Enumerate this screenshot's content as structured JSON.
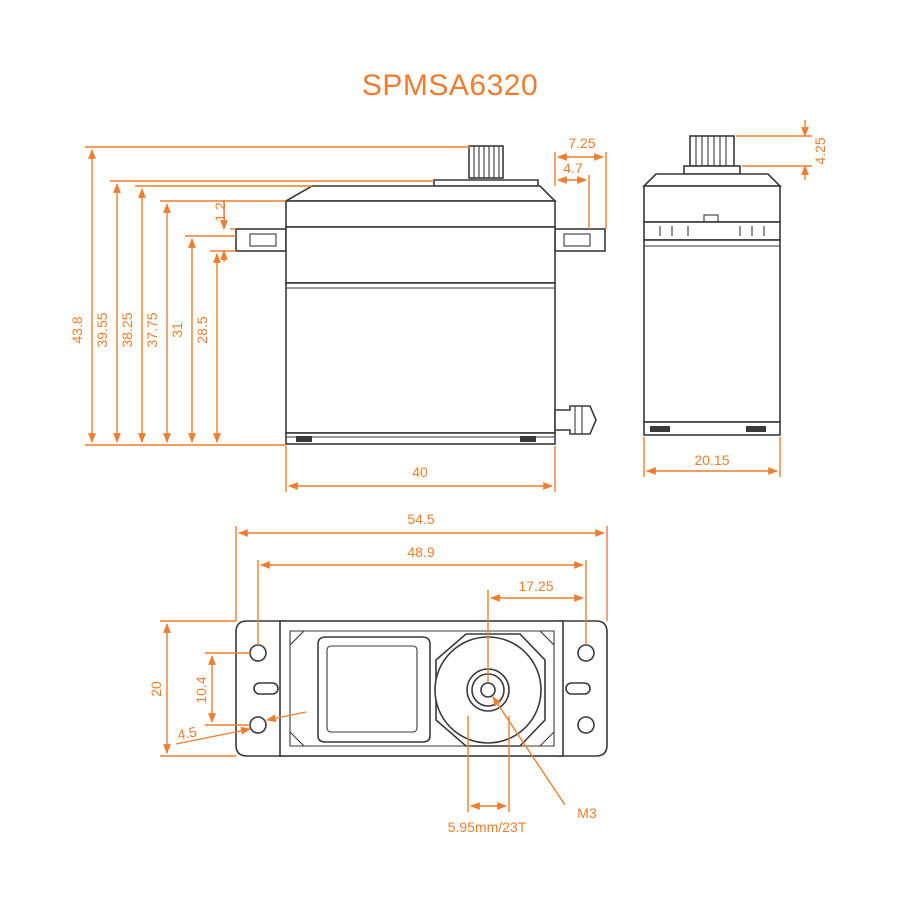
{
  "title": "SPMSA6320",
  "colors": {
    "accent": "#ef7d2f",
    "outline": "#3a3a3a",
    "background": "#ffffff"
  },
  "side_view": {
    "heights": {
      "overall": "43.8",
      "h1": "39.55",
      "h2": "38.25",
      "h3": "37.75",
      "h4": "31",
      "h5": "28.5"
    },
    "tab_thickness": "1.2",
    "width": "40",
    "horn_offset_outer": "7.25",
    "horn_offset_inner": "4.7"
  },
  "end_view": {
    "width": "20.15",
    "spline_height": "4.25"
  },
  "top_view": {
    "length_overall": "54.5",
    "hole_spacing": "48.9",
    "output_offset": "17.25",
    "width": "20",
    "hole_spacing_vertical": "10.4",
    "hole_diameter": "4.5",
    "spline": "5.95mm/23T",
    "screw": "M3"
  }
}
